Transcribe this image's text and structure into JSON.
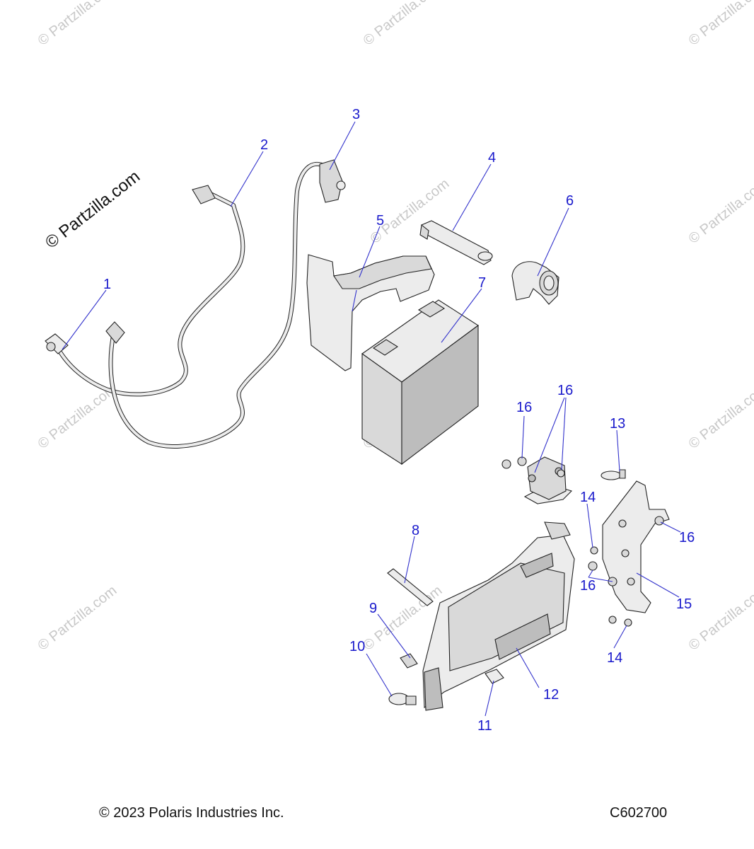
{
  "diagram": {
    "watermark_main": "© Partzilla.com",
    "watermark_faint": "© Partzilla.com",
    "callouts": [
      {
        "id": "c1",
        "label": "1"
      },
      {
        "id": "c2",
        "label": "2"
      },
      {
        "id": "c3",
        "label": "3"
      },
      {
        "id": "c4",
        "label": "4"
      },
      {
        "id": "c5",
        "label": "5"
      },
      {
        "id": "c6",
        "label": "6"
      },
      {
        "id": "c7",
        "label": "7"
      },
      {
        "id": "c8",
        "label": "8"
      },
      {
        "id": "c9",
        "label": "9"
      },
      {
        "id": "c10",
        "label": "10"
      },
      {
        "id": "c11",
        "label": "11"
      },
      {
        "id": "c12",
        "label": "12"
      },
      {
        "id": "c13",
        "label": "13"
      },
      {
        "id": "c14a",
        "label": "14"
      },
      {
        "id": "c14b",
        "label": "14"
      },
      {
        "id": "c15",
        "label": "15"
      },
      {
        "id": "c16a",
        "label": "16"
      },
      {
        "id": "c16b",
        "label": "16"
      },
      {
        "id": "c16c",
        "label": "16"
      },
      {
        "id": "c16d",
        "label": "16"
      }
    ],
    "colors": {
      "callout": "#1a1acc",
      "linework": "#222222",
      "watermark": "#c8c8c8"
    }
  },
  "footer": {
    "copyright": "© 2023 Polaris Industries Inc.",
    "diagram_code": "C602700"
  }
}
